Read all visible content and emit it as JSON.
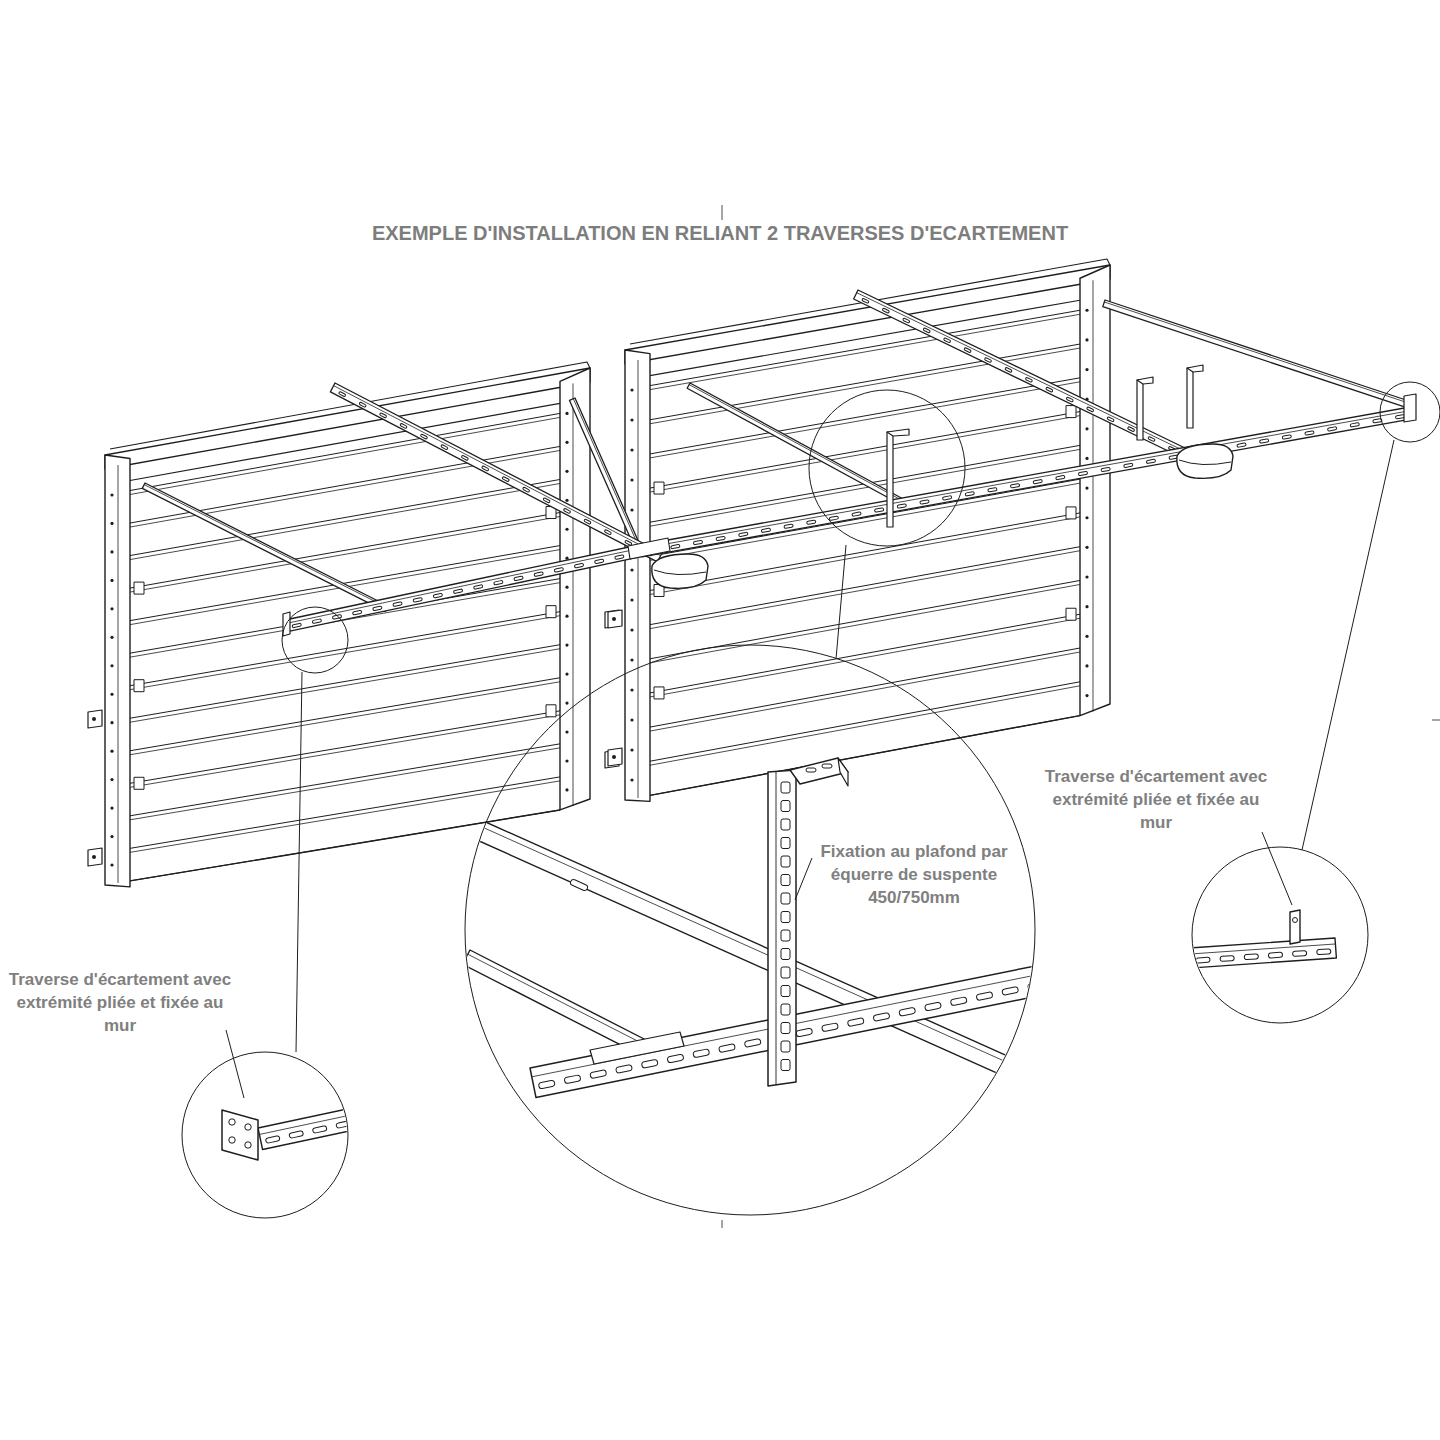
{
  "diagram": {
    "title": "EXEMPLE D'INSTALLATION EN RELIANT 2 TRAVERSES D'ECARTEMENT",
    "labels": [
      "Traverse d'écartement avec extrémité pliée et fixée au mur",
      "Fixation au plafond par équerre de suspente 450/750mm",
      "Traverse d'écartement avec extrémité pliée et fixée au mur"
    ]
  }
}
